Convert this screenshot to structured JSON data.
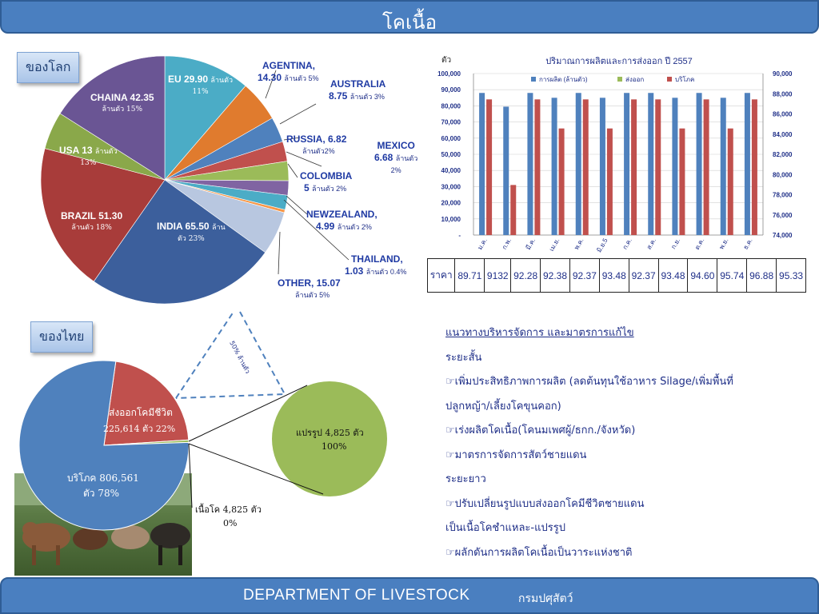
{
  "slide_title": "โคเนื้อ",
  "footer": {
    "english": "DEPARTMENT  OF  LIVESTOCK",
    "thai": "กรมปศุสัตว์"
  },
  "world": {
    "tag": "ของโลก",
    "labels": [
      {
        "name": "EU 29.90",
        "unit": "ล้านตัว",
        "pct": "11%"
      },
      {
        "name": "AGENTINA,",
        "value": "14.30",
        "unit": "ล้านตัว 5%"
      },
      {
        "name": "AUSTRALIA",
        "value": "8.75",
        "unit": "ล้านตัว 3%"
      },
      {
        "name": "RUSSIA, 6.82",
        "unit": "ล้านตัว2%"
      },
      {
        "name": "MEXICO",
        "value": "6.68",
        "unit": "ล้านตัว",
        "pct": "2%"
      },
      {
        "name": "COLOMBIA",
        "value": "5",
        "unit": "ล้านตัว  2%"
      },
      {
        "name": "NEWZEALAND,",
        "value": "4.99",
        "unit": "ล้านตัว 2%"
      },
      {
        "name": "THAILAND,",
        "value": "1.03",
        "unit": "ล้านตัว 0.4%"
      },
      {
        "name": "OTHER,  15.07",
        "unit": "ล้านตัว 5%"
      },
      {
        "name": "INDIA 65.50",
        "unit": "ล้าน",
        "unit2": "ตัว 23%"
      },
      {
        "name": "BRAZIL 51.30",
        "unit": "ล้านตัว 18%"
      },
      {
        "name": "USA 13",
        "unit": "ล้านตัว",
        "pct": "13%"
      },
      {
        "name": "CHAINA  42.35",
        "unit": "ล้านตัว 15%"
      }
    ]
  },
  "thai": {
    "tag": "ของไทย",
    "bracket_label": "50% ล้านตัว",
    "labels": {
      "export_live": "ส่งออกโคมีชีวิต",
      "export_live_value": "225,614 ตัว 22%",
      "consume": "บริโภค  806,561",
      "consume_value": "ตัว 78%",
      "beef_meat": "เนื้อโค 4,825 ตัว",
      "beef_meat_pct": "0%",
      "processed": "แปรรูป 4,825 ตัว",
      "processed_pct": "100%"
    }
  },
  "production_chart": {
    "title": "ปริมาณการผลิตและการส่งออก ปี 2557",
    "unit": "ตัว",
    "legend": [
      "การผลิต (ล้านตัว)",
      "ส่งออก",
      "บริโภค"
    ],
    "left_ticks": [
      "100,000",
      "90,000",
      "80,000",
      "70,000",
      "60,000",
      "50,000",
      "40,000",
      "30,000",
      "20,000",
      "10,000",
      "-"
    ],
    "right_ticks": [
      "90,000",
      "88,000",
      "86,000",
      "84,000",
      "82,000",
      "80,000",
      "78,000",
      "76,000",
      "74,000"
    ],
    "months": [
      "ม.ค.",
      "ก.พ.",
      "มี.ค.",
      "เม.ย.",
      "พ.ค.",
      "มิ.ย.5",
      "ก.ค.",
      "ส.ค.",
      "ก.ย.",
      "ต.ค.",
      "พ.ย.",
      "ธ.ค."
    ]
  },
  "price_row": {
    "label": "ราคา",
    "values": [
      "89.71",
      "9132",
      "92.28",
      "92.38",
      "92.37",
      "93.48",
      "92.37",
      "93.48",
      "94.60",
      "95.74",
      "96.88",
      "95.33"
    ]
  },
  "plan": {
    "lines": [
      "แนวทางบริหารจัดการ และมาตรการแก้ไข",
      "ระยะสั้น",
      "☞เพิ่มประสิทธิภาพการผลิต (ลดต้นทุนใช้อาหาร Silage/เพิ่มพื้นที่",
      "ปลูกหญ้า/เลี้ยงโคขุนคอก)",
      "☞เร่งผลิตโคเนื้อ(โคนมเพศผู้/ธกก./จังหวัด)",
      "☞มาตรการจัดการสัตว์ชายแดน",
      "ระยะยาว",
      "☞ปรับเปลี่ยนรูปแบบส่งออกโคมีชีวิตชายแดน",
      "เป็นเนื้อโคชำแหละ-แปรรูป",
      "☞ผลักดันการผลิตโคเนื้อเป็นวาระแห่งชาติ"
    ]
  },
  "colors": {
    "header": "#4a7fc0",
    "production": "#4f81bd",
    "export": "#9bbb59",
    "consume": "#c0504d"
  },
  "chart_data": [
    {
      "type": "pie",
      "title": "",
      "categories": [
        "EU",
        "AGENTINA",
        "AUSTRALIA",
        "RUSSIA",
        "MEXICO",
        "COLOMBIA",
        "NEWZEALAND",
        "THAILAND",
        "OTHER",
        "INDIA",
        "BRAZIL",
        "USA",
        "CHAINA"
      ],
      "values": [
        29.9,
        14.3,
        8.75,
        6.82,
        6.68,
        5,
        4.99,
        1.03,
        15.07,
        65.5,
        51.3,
        13,
        42.35
      ],
      "colors": [
        "#4bacc6",
        "#e07b2e",
        "#4f81bd",
        "#c0504d",
        "#9bbb59",
        "#8064a2",
        "#4bacc6",
        "#f79646",
        "#b8c7e0",
        "#3c5f9c",
        "#a83c3a",
        "#8aa84a",
        "#6a5594"
      ]
    },
    {
      "type": "bar",
      "title": "ปริมาณการผลิตและการส่งออก ปี 2557",
      "categories": [
        "ม.ค.",
        "ก.พ.",
        "มี.ค.",
        "เม.ย.",
        "พ.ค.",
        "มิ.ย.5",
        "ก.ค.",
        "ส.ค.",
        "ก.ย.",
        "ต.ค.",
        "พ.ย.",
        "ธ.ค."
      ],
      "ylim": [
        0,
        100000
      ],
      "ylim_right": [
        74000,
        90000
      ],
      "series": [
        {
          "name": "การผลิต (ล้านตัว)",
          "values": [
            88000,
            79500,
            88000,
            85000,
            88000,
            85000,
            88000,
            88000,
            85000,
            88000,
            85000,
            88000
          ]
        },
        {
          "name": "ส่งออก",
          "values": [
            0,
            0,
            0,
            0,
            0,
            0,
            0,
            0,
            0,
            0,
            0,
            0
          ]
        },
        {
          "name": "บริโภค",
          "values": [
            84000,
            31000,
            84000,
            66000,
            84000,
            66000,
            84000,
            84000,
            66000,
            84000,
            66000,
            84000
          ]
        }
      ]
    },
    {
      "type": "pie",
      "title": "",
      "categories": [
        "ส่งออกโคมีชีวิต",
        "บริโภค",
        "เนื้อโค"
      ],
      "values": [
        225614,
        806561,
        4825
      ],
      "colors": [
        "#c0504d",
        "#4f81bd",
        "#9bbb59"
      ]
    },
    {
      "type": "pie",
      "title": "",
      "categories": [
        "แปรรูป"
      ],
      "values": [
        4825
      ],
      "colors": [
        "#9bbb59"
      ]
    }
  ]
}
